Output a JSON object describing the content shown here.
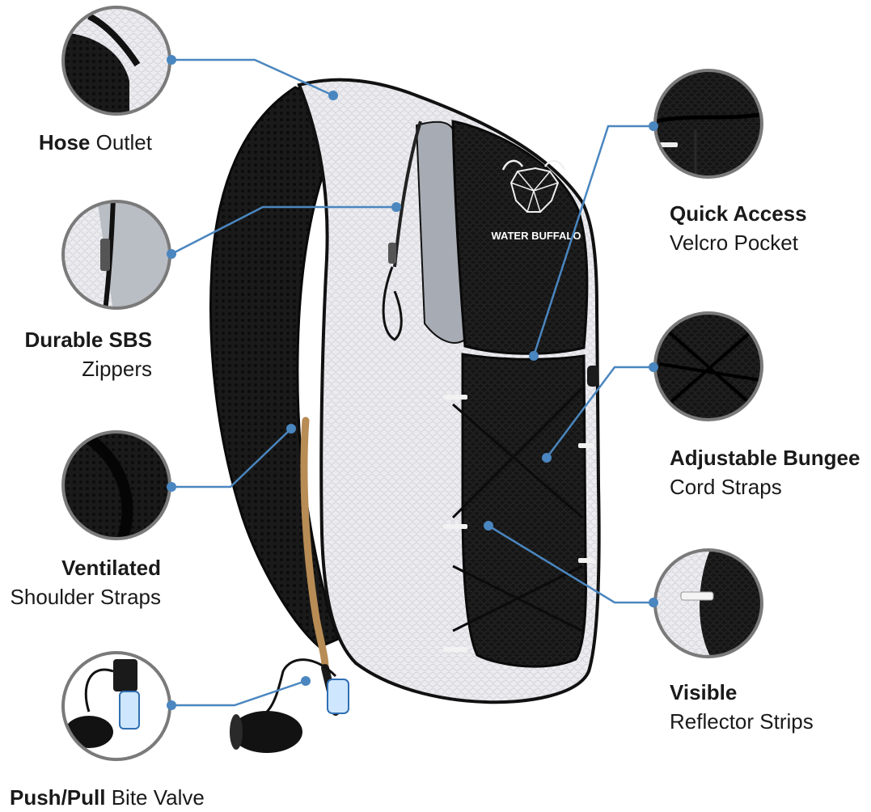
{
  "brand": {
    "logo_text": "WATER BUFFALO"
  },
  "features": [
    {
      "bold": "Hose",
      "normal": "Outlet"
    },
    {
      "bold": "Durable SBS",
      "normal": "Zippers"
    },
    {
      "bold": "Ventilated",
      "normal": "Shoulder Straps"
    },
    {
      "bold": "Push/Pull",
      "normal": "Bite Valve"
    },
    {
      "bold": "Quick Access",
      "normal": "Velcro Pocket"
    },
    {
      "bold": "Adjustable Bungee",
      "normal": "Cord Straps"
    },
    {
      "bold": "Visible",
      "normal": "Reflector Strips"
    }
  ],
  "colors": {
    "callout_line": "#4a86bf",
    "circle_border": "#7a7a7a",
    "pack_black": "#141414",
    "pack_white": "#e9e9ee",
    "reflective_grey": "#a7abb3",
    "hose_tan": "#b88c55"
  }
}
